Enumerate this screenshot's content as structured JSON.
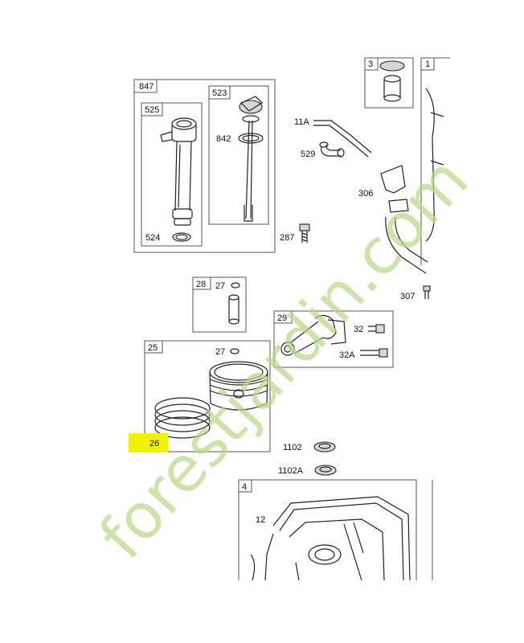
{
  "colors": {
    "highlight": "#f2f200",
    "watermark": "#b9d889",
    "line": "#222222"
  },
  "boxes": {
    "b847": "847",
    "b525": "525",
    "b523": "523",
    "b3": "3",
    "b1": "1",
    "b28": "28",
    "b29": "29",
    "b25": "25",
    "b4": "4"
  },
  "labels": {
    "p524": "524",
    "p842": "842",
    "p11A": "11A",
    "p529": "529",
    "p306": "306",
    "p287": "287",
    "p307": "307",
    "p27a": "27",
    "p32": "32",
    "p32A": "32A",
    "p27b": "27",
    "p26": "26",
    "p1102": "1102",
    "p1102A": "1102A",
    "p12": "12"
  },
  "watermark": "forestjardin.com"
}
